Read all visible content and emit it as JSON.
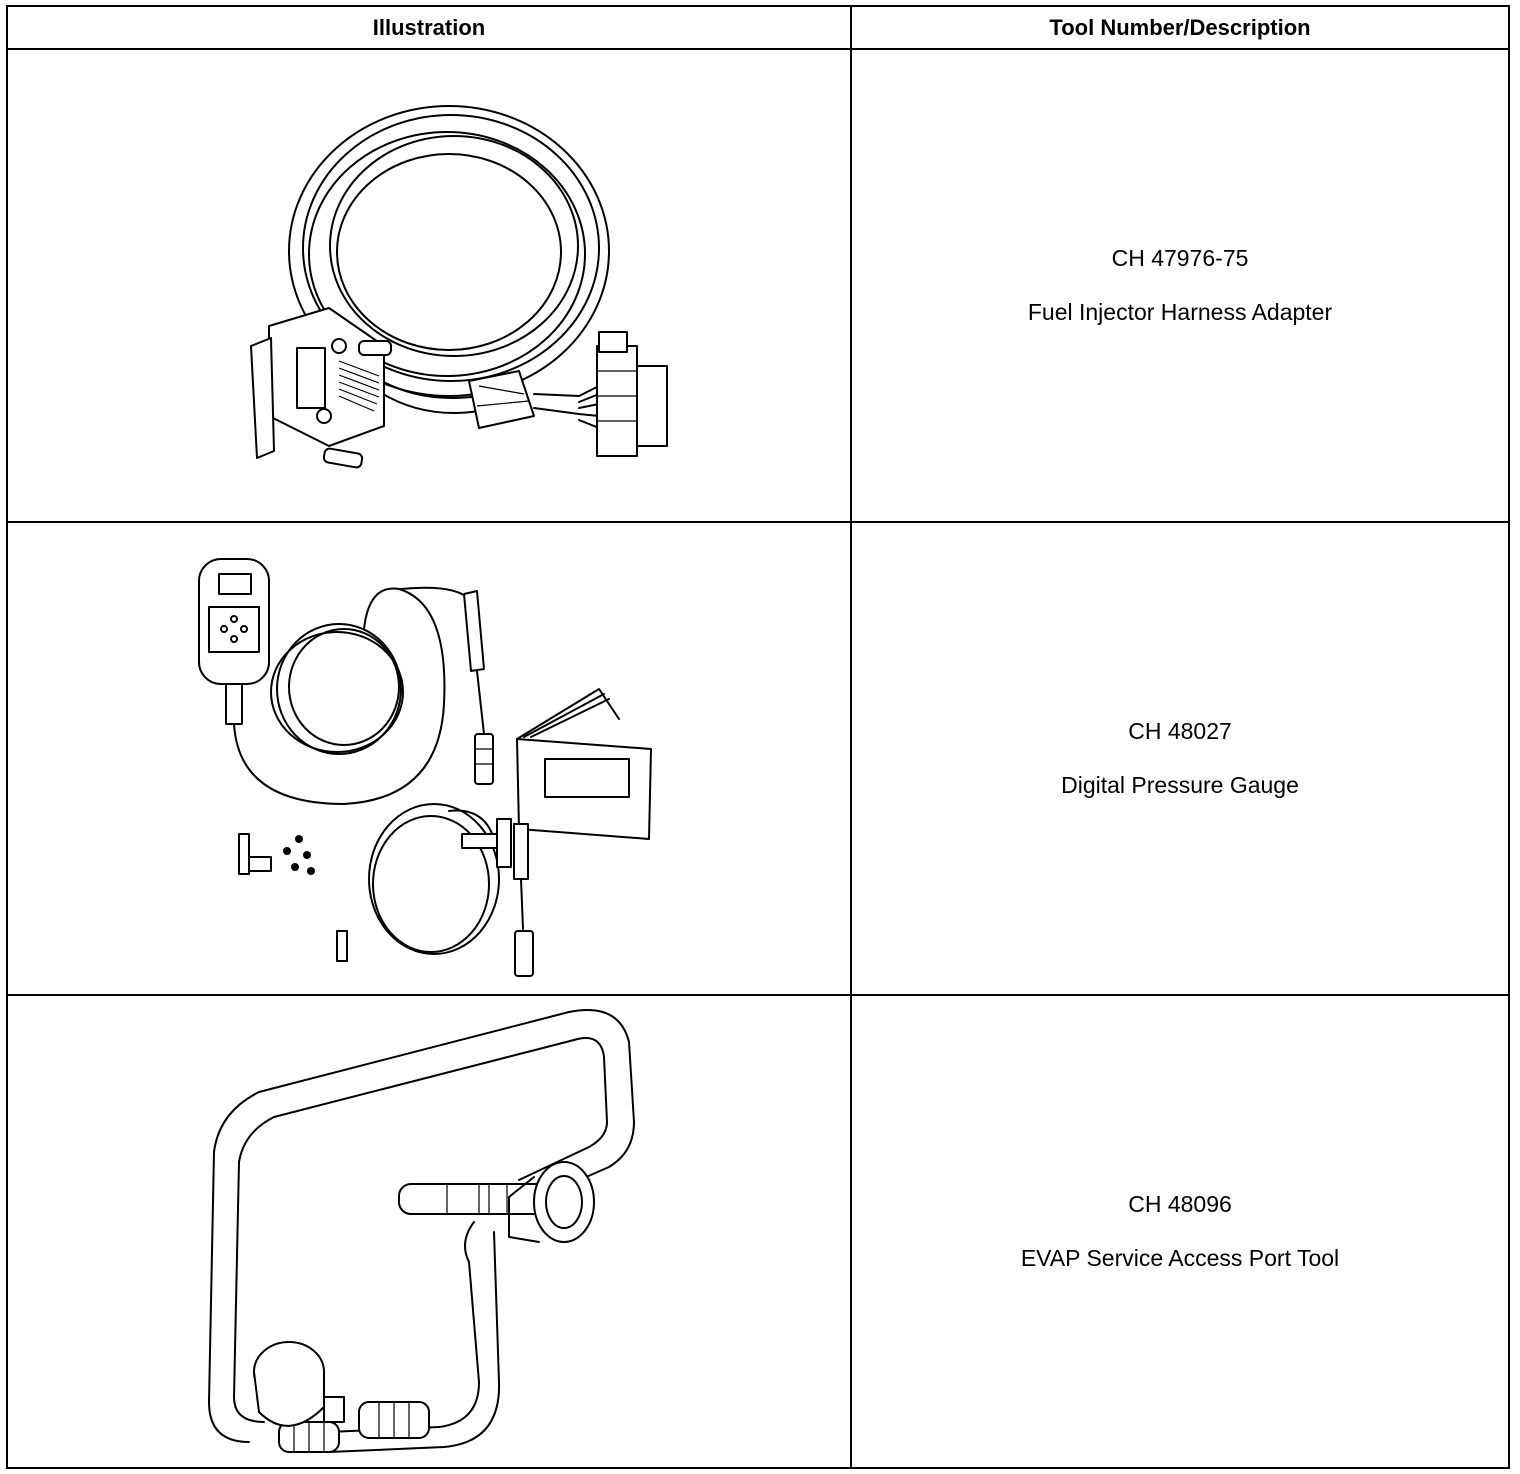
{
  "table": {
    "headers": {
      "illustration": "Illustration",
      "tool": "Tool Number/Description"
    },
    "rows": [
      {
        "number": "CH 47976-75",
        "description": "Fuel Injector Harness Adapter",
        "illustration_icon": "harness-adapter-cable"
      },
      {
        "number": "CH 48027",
        "description": "Digital Pressure Gauge",
        "illustration_icon": "digital-pressure-gauge-kit"
      },
      {
        "number": "CH 48096",
        "description": "EVAP Service Access Port Tool",
        "illustration_icon": "evap-port-tool-hose"
      }
    ]
  }
}
